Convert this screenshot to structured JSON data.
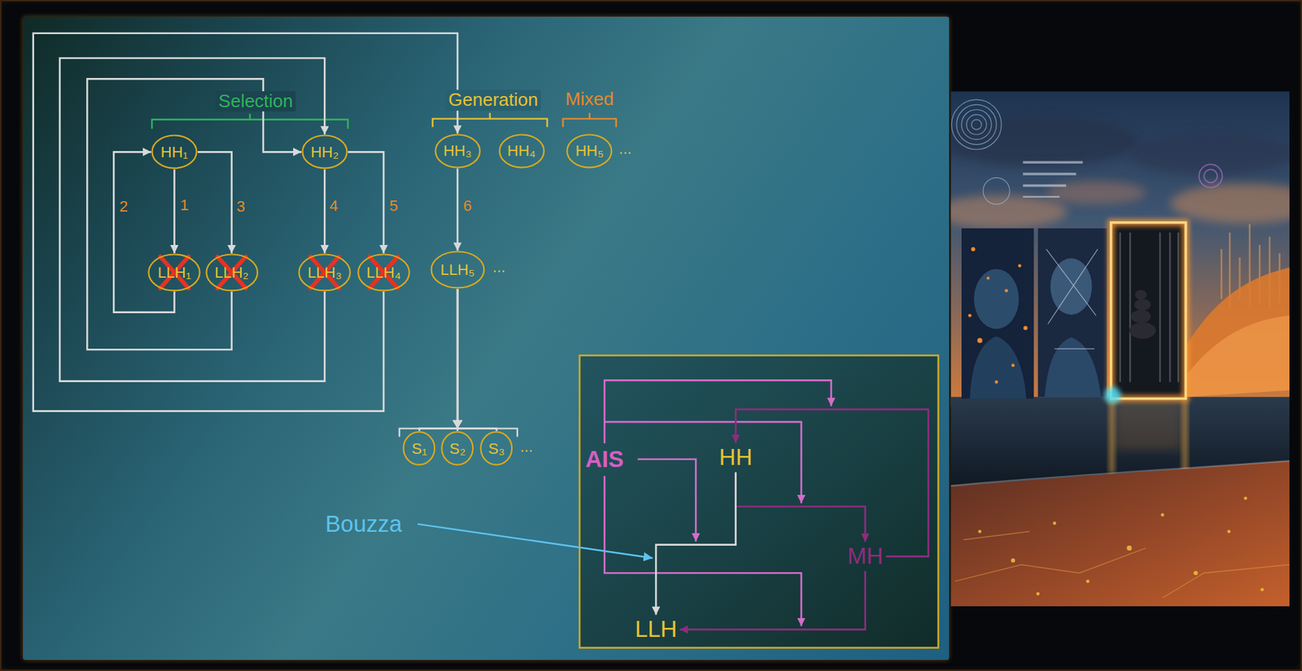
{
  "diagram": {
    "nodes": [
      {
        "text": [
          "HH₁"
        ]
      },
      {
        "text": [
          "HH₂"
        ]
      },
      {
        "text": [
          "HH₃"
        ]
      },
      {
        "text": [
          "HH₄"
        ]
      },
      {
        "text": [
          "HH₅"
        ]
      },
      {
        "text": [
          "LLH₁"
        ]
      },
      {
        "text": [
          "LLH₂"
        ]
      },
      {
        "text": [
          "LLH₃"
        ]
      },
      {
        "text": [
          "LLH₄"
        ]
      },
      {
        "text": [
          "LLH₅"
        ]
      },
      {
        "text": [
          "S₁"
        ]
      },
      {
        "text": [
          "S₂"
        ]
      },
      {
        "text": [
          "S₃"
        ]
      },
      {
        "text": [
          "AIS"
        ]
      },
      {
        "text": [
          "HH"
        ]
      },
      {
        "text": [
          "MH"
        ]
      },
      {
        "text": [
          "LLH"
        ]
      }
    ],
    "edges": [
      {
        "from": 0,
        "to": 5,
        "label": "1",
        "arrow": "to"
      },
      {
        "from": 5,
        "to": 0,
        "label": "2",
        "arrow": "to"
      },
      {
        "from": 0,
        "to": 6,
        "label": "3",
        "arrow": "to"
      },
      {
        "from": 6,
        "to": 1,
        "arrow": "to"
      },
      {
        "from": 1,
        "to": 7,
        "label": "4",
        "arrow": "to"
      },
      {
        "from": 7,
        "to": 1,
        "arrow": "to"
      },
      {
        "from": 1,
        "to": 8,
        "label": "5",
        "arrow": "to"
      },
      {
        "from": 8,
        "to": 2,
        "arrow": "to"
      },
      {
        "from": 2,
        "to": 9,
        "label": "6",
        "arrow": "to"
      },
      {
        "from": 9,
        "to": 10,
        "arrow": "to"
      },
      {
        "from": 9,
        "to": 11,
        "arrow": "to"
      },
      {
        "from": 9,
        "to": 12,
        "arrow": "to"
      },
      {
        "from": 14,
        "to": 15,
        "arrow": "to"
      },
      {
        "from": 15,
        "to": 14,
        "arrow": "to"
      },
      {
        "from": 15,
        "to": 16,
        "arrow": "to"
      },
      {
        "from": 14,
        "to": 16,
        "arrow": "to"
      }
    ],
    "labels": [
      "Selection",
      "Generation",
      "Mixed",
      "...",
      "...",
      "...",
      "Bouzza"
    ]
  }
}
